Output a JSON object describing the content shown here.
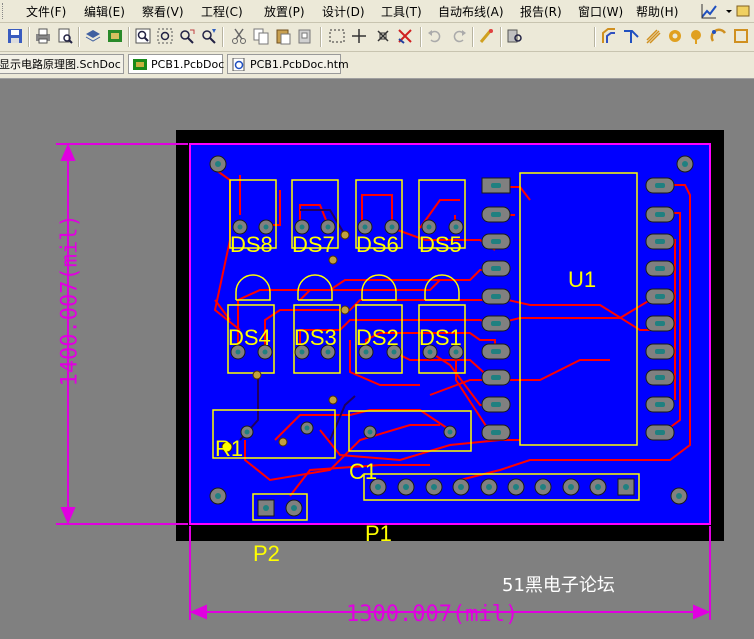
{
  "menu": {
    "items": [
      "文件(F)",
      "编辑(E)",
      "察看(V)",
      "工程(C)",
      "放置(P)",
      "设计(D)",
      "工具(T)",
      "自动布线(A)",
      "报告(R)",
      "窗口(W)",
      "帮助(H)"
    ]
  },
  "tabs": [
    {
      "label": "显示电路原理图.SchDoc",
      "icon": "schematic-doc-icon"
    },
    {
      "label": "PCB1.PcbDoc",
      "icon": "pcb-doc-icon"
    },
    {
      "label": "PCB1.PcbDoc.htm",
      "icon": "html-doc-icon"
    }
  ],
  "pcb": {
    "designators": {
      "ds8": "DS8",
      "ds7": "DS7",
      "ds6": "DS6",
      "ds5": "DS5",
      "ds4": "DS4",
      "ds3": "DS3",
      "ds2": "DS2",
      "ds1": "DS1",
      "u1": "U1",
      "r1": "R1",
      "c1": "C1",
      "p1": "P1",
      "p2": "P2"
    },
    "dimension_width": "1300.007(mil)",
    "dimension_height": "1400.007(mil)",
    "watermark": "51黑电子论坛",
    "colors": {
      "board": "#0000ff",
      "top_layer": "#ff0000",
      "silkscreen": "#ffff00",
      "keepout": "#ff00ff",
      "outline": "#000000"
    }
  }
}
